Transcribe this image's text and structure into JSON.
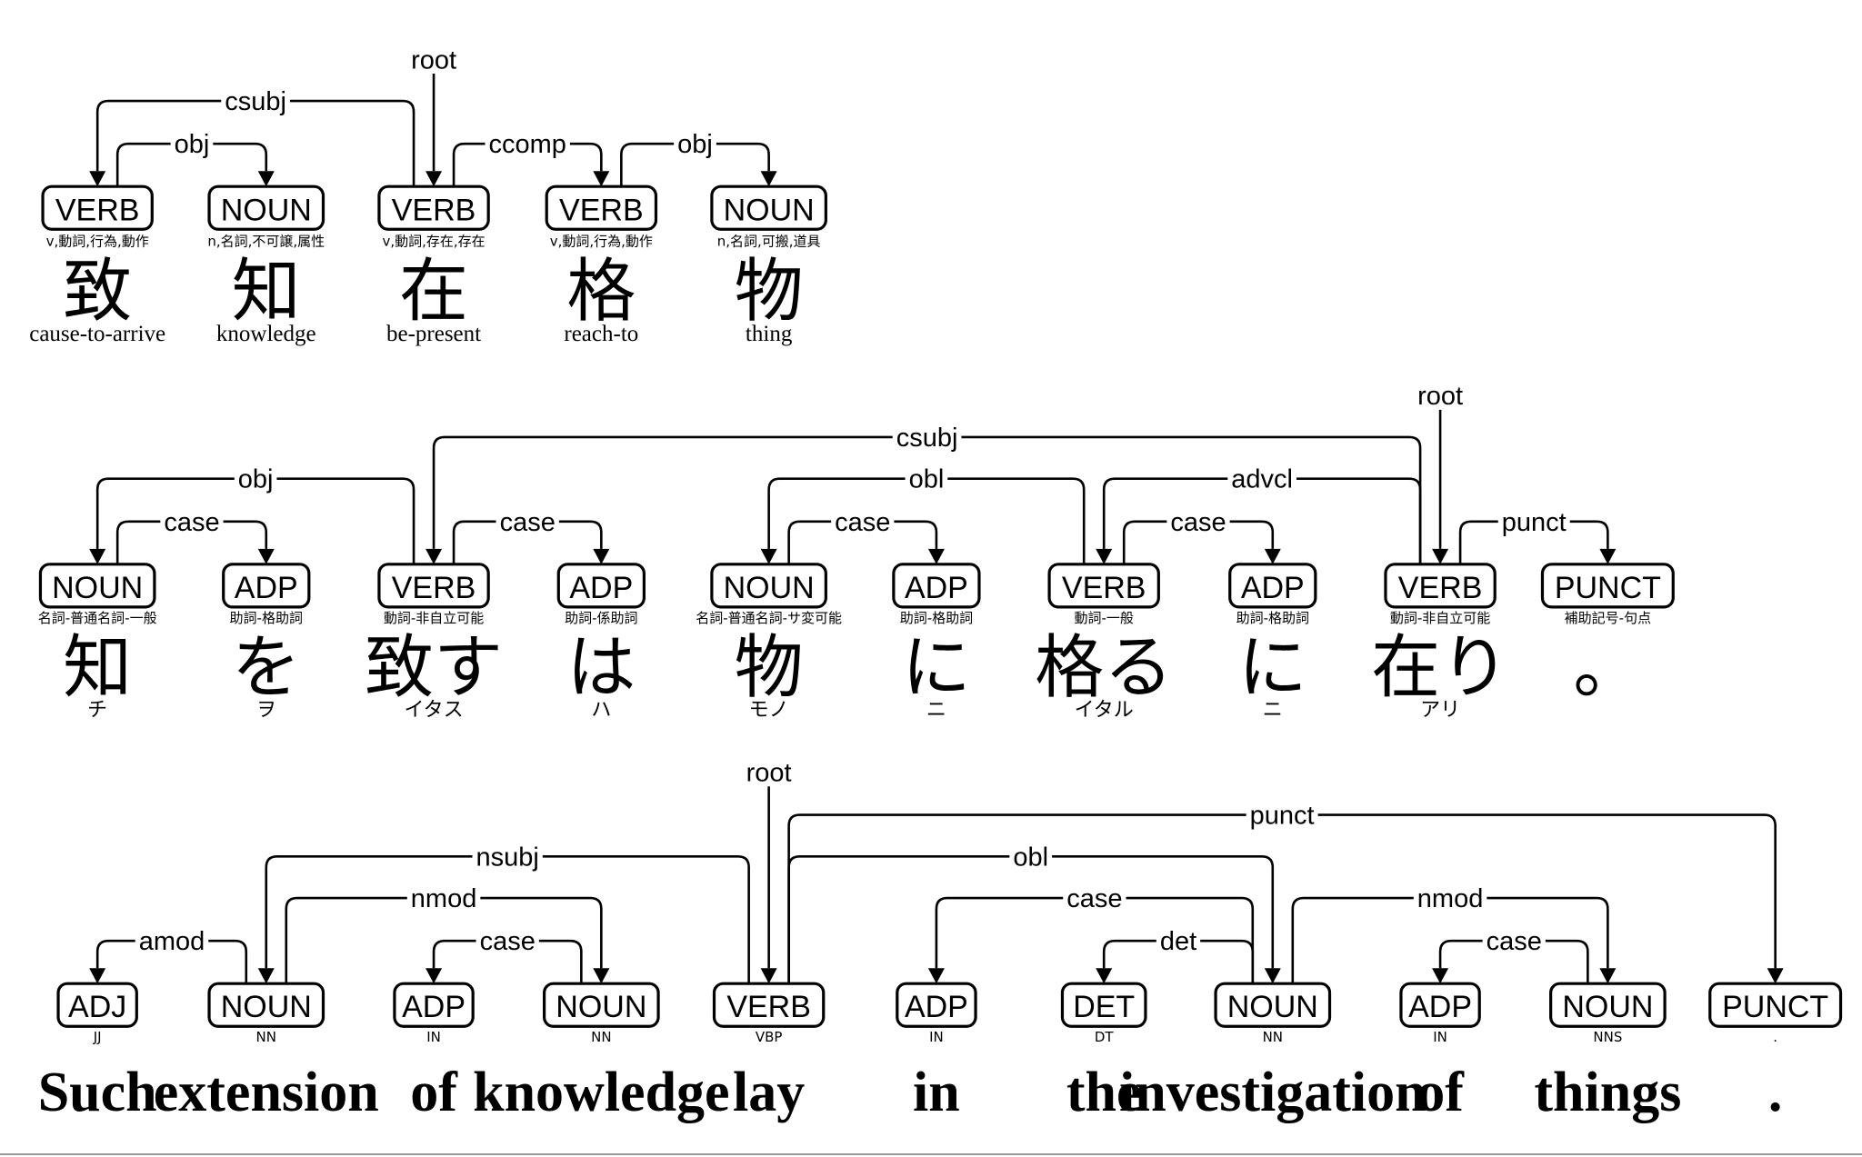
{
  "sentences": [
    {
      "id": "classical",
      "tokens": [
        {
          "pos": "VERB",
          "feat": "v,動詞,行為,動作",
          "form": "致",
          "gloss": "cause-to-arrive"
        },
        {
          "pos": "NOUN",
          "feat": "n,名詞,不可譲,属性",
          "form": "知",
          "gloss": "knowledge"
        },
        {
          "pos": "VERB",
          "feat": "v,動詞,存在,存在",
          "form": "在",
          "gloss": "be-present"
        },
        {
          "pos": "VERB",
          "feat": "v,動詞,行為,動作",
          "form": "格",
          "gloss": "reach-to"
        },
        {
          "pos": "NOUN",
          "feat": "n,名詞,可搬,道具",
          "form": "物",
          "gloss": "thing"
        }
      ],
      "arcs": [
        {
          "head": 2,
          "dep": 0,
          "label": "csubj"
        },
        {
          "head": 0,
          "dep": 1,
          "label": "obj"
        },
        {
          "head": 2,
          "dep": 3,
          "label": "ccomp"
        },
        {
          "head": 3,
          "dep": 4,
          "label": "obj"
        }
      ],
      "root": {
        "token": 2,
        "label": "root"
      }
    },
    {
      "id": "japanese",
      "tokens": [
        {
          "pos": "NOUN",
          "feat": "名詞-普通名詞-一般",
          "form": "知",
          "reading": "チ"
        },
        {
          "pos": "ADP",
          "feat": "助詞-格助詞",
          "form": "を",
          "reading": "ヲ"
        },
        {
          "pos": "VERB",
          "feat": "動詞-非自立可能",
          "form": "致す",
          "reading": "イタス"
        },
        {
          "pos": "ADP",
          "feat": "助詞-係助詞",
          "form": "は",
          "reading": "ハ"
        },
        {
          "pos": "NOUN",
          "feat": "名詞-普通名詞-サ変可能",
          "form": "物",
          "reading": "モノ"
        },
        {
          "pos": "ADP",
          "feat": "助詞-格助詞",
          "form": "に",
          "reading": "ニ"
        },
        {
          "pos": "VERB",
          "feat": "動詞-一般",
          "form": "格る",
          "reading": "イタル"
        },
        {
          "pos": "ADP",
          "feat": "助詞-格助詞",
          "form": "に",
          "reading": "ニ"
        },
        {
          "pos": "VERB",
          "feat": "動詞-非自立可能",
          "form": "在り",
          "reading": "アリ"
        },
        {
          "pos": "PUNCT",
          "feat": "補助記号-句点",
          "form": "。",
          "reading": ""
        }
      ],
      "arcs": [
        {
          "head": 8,
          "dep": 2,
          "label": "csubj"
        },
        {
          "head": 2,
          "dep": 0,
          "label": "obj"
        },
        {
          "head": 0,
          "dep": 1,
          "label": "case"
        },
        {
          "head": 2,
          "dep": 3,
          "label": "case"
        },
        {
          "head": 6,
          "dep": 4,
          "label": "obl"
        },
        {
          "head": 4,
          "dep": 5,
          "label": "case"
        },
        {
          "head": 8,
          "dep": 6,
          "label": "advcl"
        },
        {
          "head": 6,
          "dep": 7,
          "label": "case"
        },
        {
          "head": 8,
          "dep": 9,
          "label": "punct"
        }
      ],
      "root": {
        "token": 8,
        "label": "root"
      }
    },
    {
      "id": "english",
      "tokens": [
        {
          "pos": "ADJ",
          "feat": "JJ",
          "form": "Such"
        },
        {
          "pos": "NOUN",
          "feat": "NN",
          "form": "extension"
        },
        {
          "pos": "ADP",
          "feat": "IN",
          "form": "of"
        },
        {
          "pos": "NOUN",
          "feat": "NN",
          "form": "knowledge"
        },
        {
          "pos": "VERB",
          "feat": "VBP",
          "form": "lay"
        },
        {
          "pos": "ADP",
          "feat": "IN",
          "form": "in"
        },
        {
          "pos": "DET",
          "feat": "DT",
          "form": "the"
        },
        {
          "pos": "NOUN",
          "feat": "NN",
          "form": "investigation"
        },
        {
          "pos": "ADP",
          "feat": "IN",
          "form": "of"
        },
        {
          "pos": "NOUN",
          "feat": "NNS",
          "form": "things"
        },
        {
          "pos": "PUNCT",
          "feat": ".",
          "form": "."
        }
      ],
      "arcs": [
        {
          "head": 4,
          "dep": 10,
          "label": "punct"
        },
        {
          "head": 4,
          "dep": 1,
          "label": "nsubj"
        },
        {
          "head": 4,
          "dep": 7,
          "label": "obl"
        },
        {
          "head": 1,
          "dep": 0,
          "label": "amod"
        },
        {
          "head": 1,
          "dep": 3,
          "label": "nmod"
        },
        {
          "head": 3,
          "dep": 2,
          "label": "case"
        },
        {
          "head": 7,
          "dep": 5,
          "label": "case"
        },
        {
          "head": 7,
          "dep": 6,
          "label": "det"
        },
        {
          "head": 7,
          "dep": 9,
          "label": "nmod"
        },
        {
          "head": 9,
          "dep": 8,
          "label": "case"
        }
      ],
      "root": {
        "token": 4,
        "label": "root"
      }
    }
  ]
}
